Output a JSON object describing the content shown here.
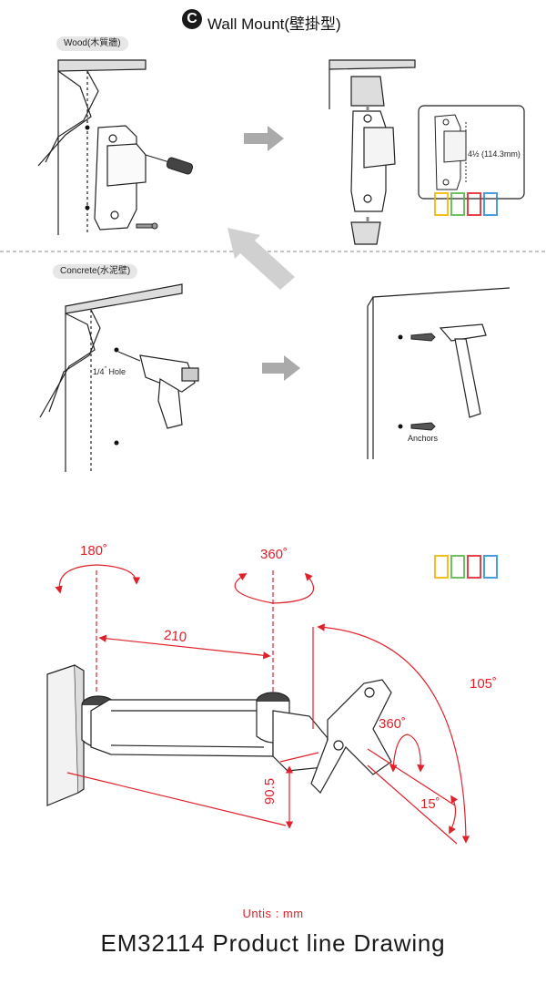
{
  "header": {
    "step_badge": "C",
    "title": "Wall Mount(壁掛型)"
  },
  "wood_section": {
    "label": "Wood(木質牆)",
    "dimension_label": "4½ (114.3mm)"
  },
  "concrete_section": {
    "label": "Concrete(水泥壁)",
    "hole_label_prefix": "1/4",
    "hole_label_sup": "\"",
    "hole_label_suffix": " Hole",
    "anchors_label": "Anchors"
  },
  "dimensions": {
    "rotation_base": "180˚",
    "rotation_mid": "360˚",
    "rotation_head": "360˚",
    "arm_length": "210",
    "height_offset": "90.5",
    "tilt_up": "105˚",
    "tilt_down": "15˚"
  },
  "footer": {
    "units": "Untis : mm",
    "title": "EM32114 Product  line Drawing"
  },
  "colors": {
    "dimension_red": "#e0202a",
    "line_dark": "#222222",
    "arrow_gray": "#a9a9a9"
  }
}
